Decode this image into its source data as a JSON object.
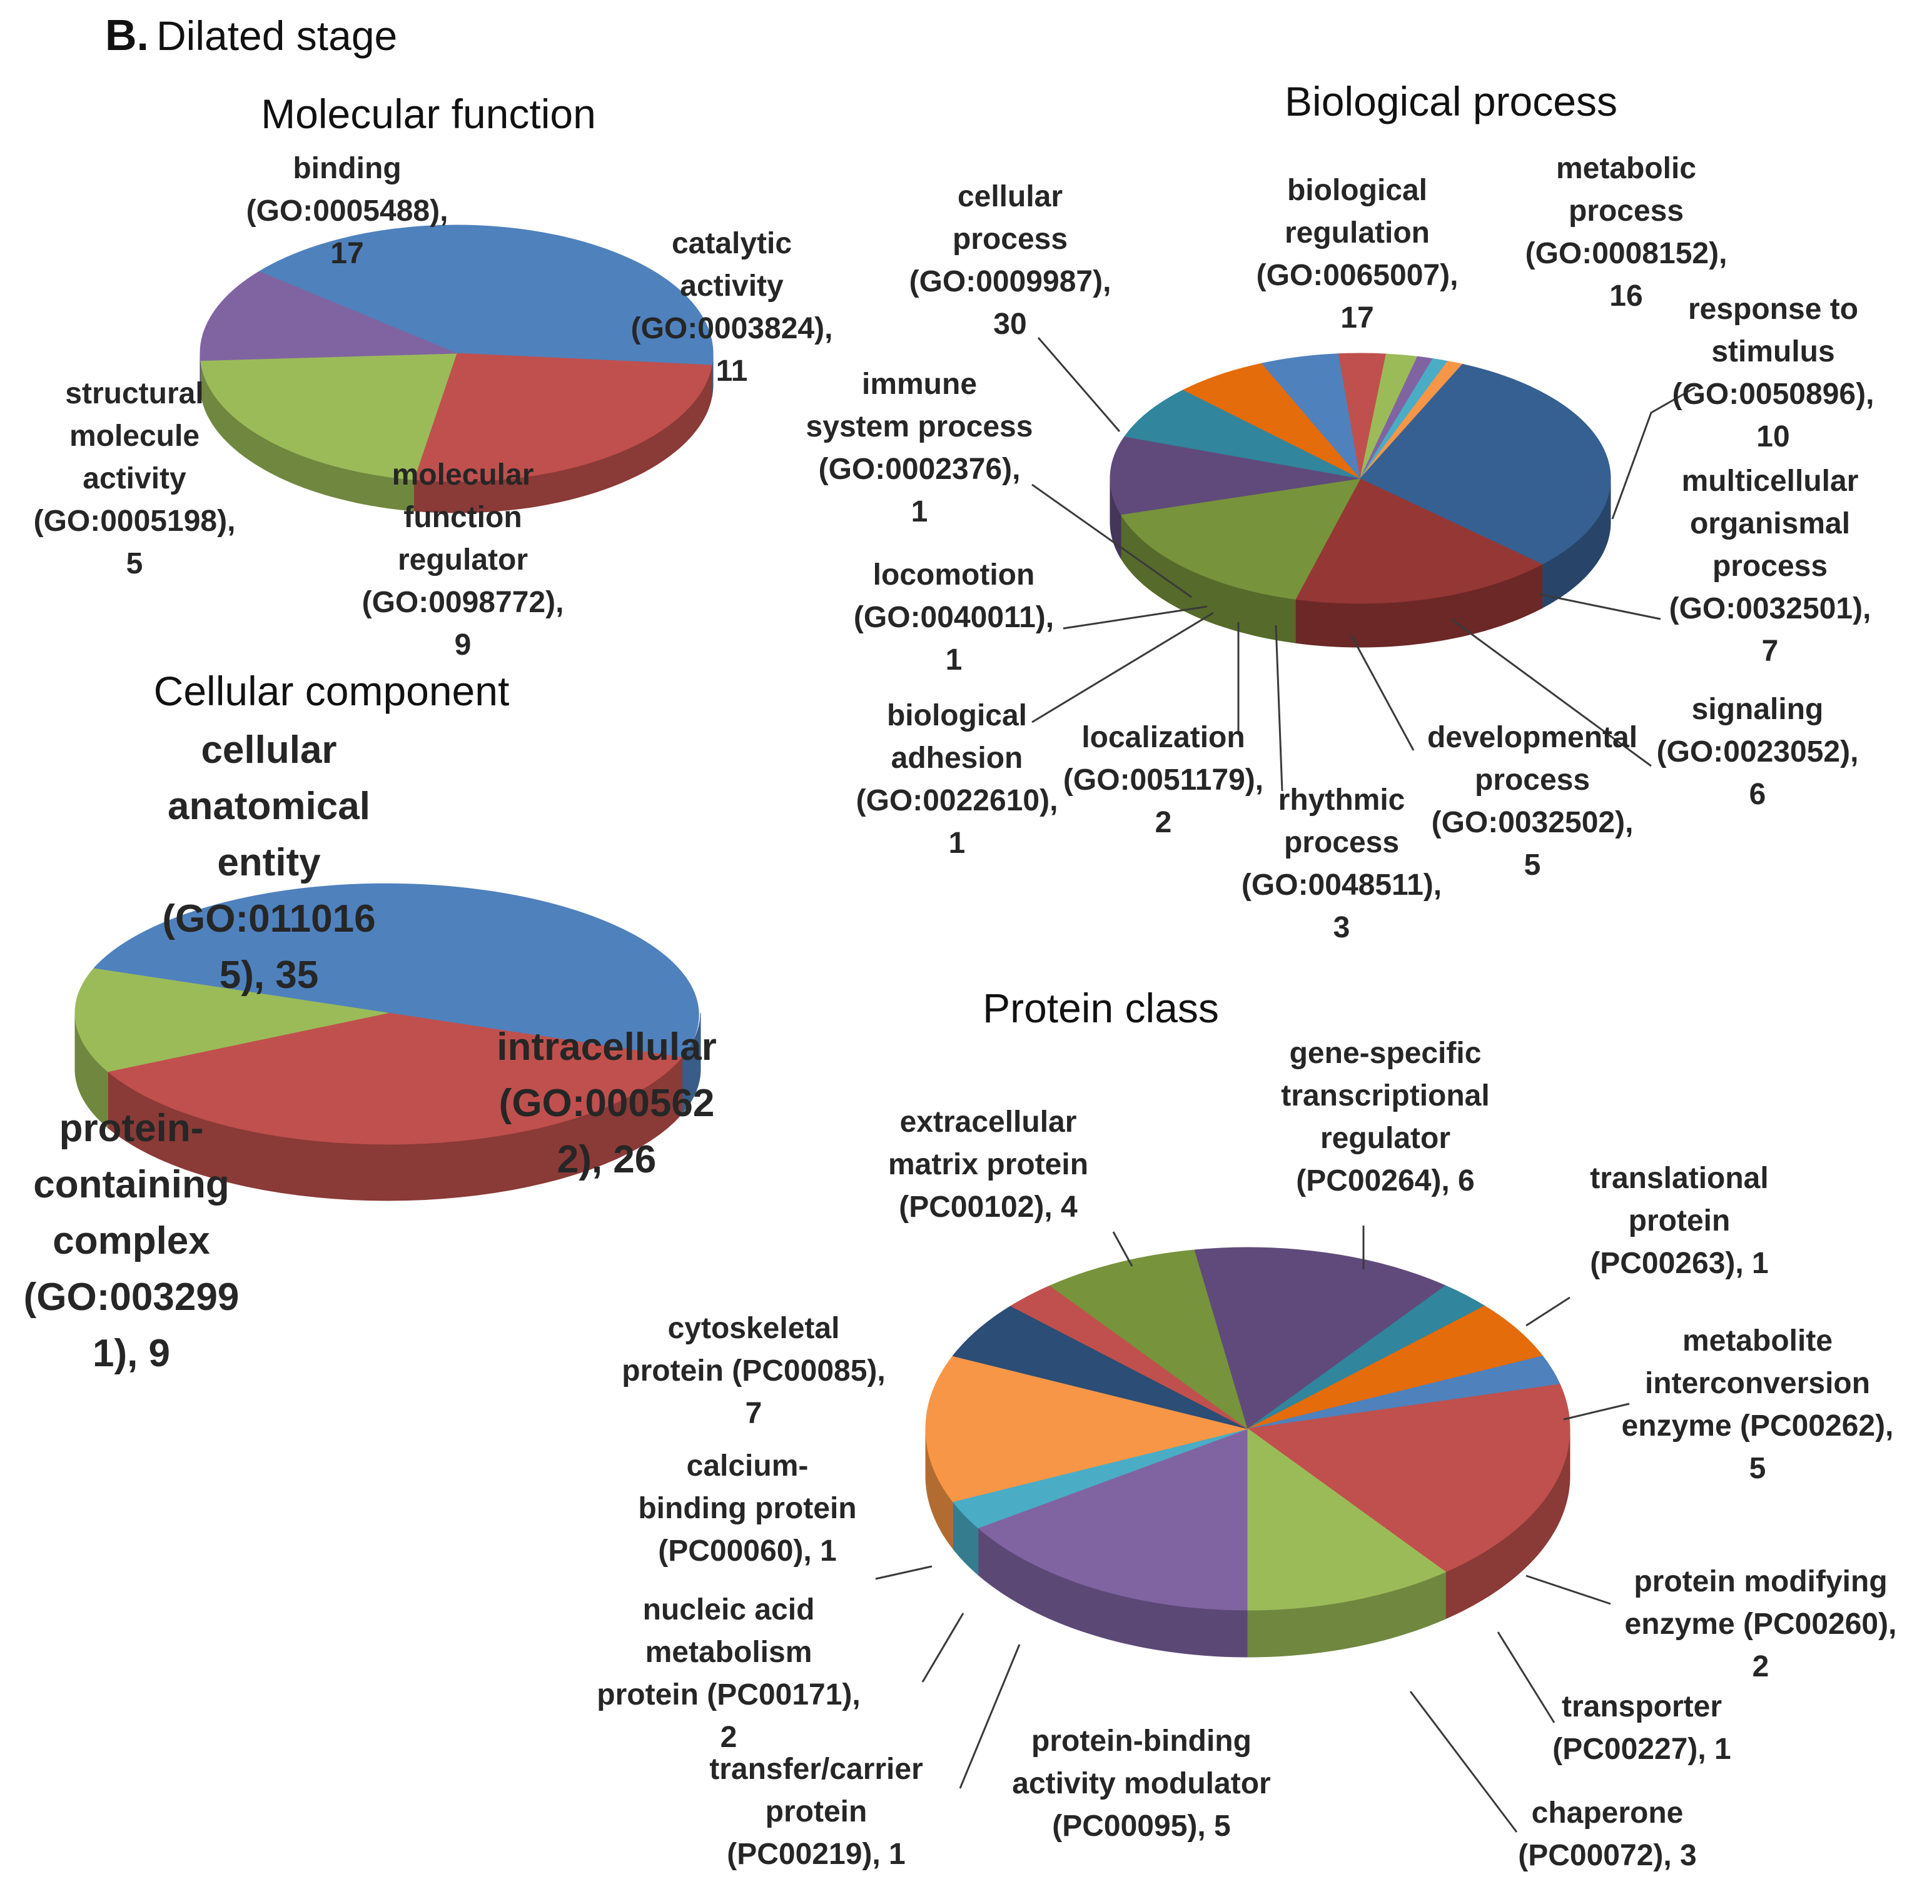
{
  "figure": {
    "panel_letter": "B.",
    "panel_name": "Dilated stage"
  },
  "chart_data": [
    {
      "id": "mf",
      "type": "pie",
      "title": "Molecular function",
      "slices": [
        {
          "label": "binding (GO:0005488), 17",
          "lines": [
            "binding",
            "(GO:0005488),",
            "17"
          ],
          "value": 17,
          "color": "#4F81BD"
        },
        {
          "label": "catalytic activity (GO:0003824), 11",
          "lines": [
            "catalytic",
            "activity",
            "(GO:0003824),",
            "11"
          ],
          "value": 11,
          "color": "#C0504D"
        },
        {
          "label": "molecular function regulator (GO:0098772), 9",
          "lines": [
            "molecular",
            "function",
            "regulator",
            "(GO:0098772),",
            "9"
          ],
          "value": 9,
          "color": "#9BBB59"
        },
        {
          "label": "structural molecule activity (GO:0005198), 5",
          "lines": [
            "structural",
            "molecule",
            "activity",
            "(GO:0005198),",
            "5"
          ],
          "value": 5,
          "color": "#8064A2"
        }
      ]
    },
    {
      "id": "bp",
      "type": "pie",
      "title": "Biological process",
      "slices": [
        {
          "label": "biological regulation (GO:0065007), 17",
          "lines": [
            "biological",
            "regulation",
            "(GO:0065007),",
            "17"
          ],
          "value": 17,
          "color": "#953735"
        },
        {
          "label": "metabolic process (GO:0008152), 16",
          "lines": [
            "metabolic",
            "process",
            "(GO:0008152),",
            "16"
          ],
          "value": 16,
          "color": "#77933C"
        },
        {
          "label": "response to stimulus (GO:0050896), 10",
          "lines": [
            "response to",
            "stimulus",
            "(GO:0050896),",
            "10"
          ],
          "value": 10,
          "color": "#604A7B"
        },
        {
          "label": "multicellular organismal process (GO:0032501), 7",
          "lines": [
            "multicellular",
            "organismal",
            "process",
            "(GO:0032501),",
            "7"
          ],
          "value": 7,
          "color": "#31859C"
        },
        {
          "label": "signaling (GO:0023052), 6",
          "lines": [
            "signaling",
            "(GO:0023052),",
            "6"
          ],
          "value": 6,
          "color": "#E46C0A"
        },
        {
          "label": "developmental process (GO:0032502), 5",
          "lines": [
            "developmental",
            "process",
            "(GO:0032502),",
            "5"
          ],
          "value": 5,
          "color": "#4F81BD"
        },
        {
          "label": "rhythmic process (GO:0048511), 3",
          "lines": [
            "rhythmic",
            "process",
            "(GO:0048511),",
            "3"
          ],
          "value": 3,
          "color": "#C0504D"
        },
        {
          "label": "localization (GO:0051179), 2",
          "lines": [
            "localization",
            "(GO:0051179),",
            "2"
          ],
          "value": 2,
          "color": "#9BBB59"
        },
        {
          "label": "biological adhesion (GO:0022610), 1",
          "lines": [
            "biological",
            "adhesion",
            "(GO:0022610),",
            "1"
          ],
          "value": 1,
          "color": "#8064A2"
        },
        {
          "label": "locomotion (GO:0040011), 1",
          "lines": [
            "locomotion",
            "(GO:0040011),",
            "1"
          ],
          "value": 1,
          "color": "#4BACC6"
        },
        {
          "label": "immune system process (GO:0002376), 1",
          "lines": [
            "immune",
            "system process",
            "(GO:0002376),",
            "1"
          ],
          "value": 1,
          "color": "#F79646"
        },
        {
          "label": "cellular process (GO:0009987), 30",
          "lines": [
            "cellular",
            "process",
            "(GO:0009987),",
            "30"
          ],
          "value": 30,
          "color": "#376092"
        }
      ]
    },
    {
      "id": "cc",
      "type": "pie",
      "title": "Cellular component",
      "slices": [
        {
          "label": "cellular anatomical entity (GO:0110165), 35",
          "lines": [
            "cellular",
            "anatomical",
            "entity",
            "(GO:011016",
            "5), 35"
          ],
          "value": 35,
          "color": "#4F81BD"
        },
        {
          "label": "intracellular (GO:0005622), 26",
          "lines": [
            "intracellular",
            "(GO:000562",
            "2), 26"
          ],
          "value": 26,
          "color": "#C0504D"
        },
        {
          "label": "protein-containing complex (GO:0032991), 9",
          "lines": [
            "protein-",
            "containing",
            "complex",
            "(GO:003299",
            "1), 9"
          ],
          "value": 9,
          "color": "#9BBB59"
        }
      ]
    },
    {
      "id": "pc",
      "type": "pie",
      "title": "Protein class",
      "slices": [
        {
          "label": "gene-specific transcriptional regulator (PC00264), 6",
          "lines": [
            "gene-specific",
            "transcriptional",
            "regulator",
            "(PC00264), 6"
          ],
          "value": 6,
          "color": "#8064A2"
        },
        {
          "label": "translational protein (PC00263), 1",
          "lines": [
            "translational",
            "protein",
            "(PC00263), 1"
          ],
          "value": 1,
          "color": "#4BACC6"
        },
        {
          "label": "metabolite interconversion enzyme (PC00262), 5",
          "lines": [
            "metabolite",
            "interconversion",
            "enzyme (PC00262),",
            "5"
          ],
          "value": 5,
          "color": "#F79646"
        },
        {
          "label": "protein modifying enzyme (PC00260), 2",
          "lines": [
            "protein modifying",
            "enzyme (PC00260),",
            "2"
          ],
          "value": 2,
          "color": "#2C4D75"
        },
        {
          "label": "transporter (PC00227), 1",
          "lines": [
            "transporter",
            "(PC00227), 1"
          ],
          "value": 1,
          "color": "#C0504D"
        },
        {
          "label": "chaperone (PC00072), 3",
          "lines": [
            "chaperone",
            "(PC00072), 3"
          ],
          "value": 3,
          "color": "#77933C"
        },
        {
          "label": "protein-binding activity modulator (PC00095), 5",
          "lines": [
            "protein-binding",
            "activity modulator",
            "(PC00095), 5"
          ],
          "value": 5,
          "color": "#604A7B"
        },
        {
          "label": "transfer/carrier protein (PC00219), 1",
          "lines": [
            "transfer/carrier",
            "protein",
            "(PC00219), 1"
          ],
          "value": 1,
          "color": "#31859C"
        },
        {
          "label": "nucleic acid metabolism protein (PC00171), 2",
          "lines": [
            "nucleic acid",
            "metabolism",
            "protein (PC00171),",
            "2"
          ],
          "value": 2,
          "color": "#E46C0A"
        },
        {
          "label": "calcium-binding protein (PC00060), 1",
          "lines": [
            "calcium-",
            "binding protein",
            "(PC00060), 1"
          ],
          "value": 1,
          "color": "#4F81BD"
        },
        {
          "label": "cytoskeletal protein (PC00085), 7",
          "lines": [
            "cytoskeletal",
            "protein (PC00085),",
            "7"
          ],
          "value": 7,
          "color": "#C0504D"
        },
        {
          "label": "extracellular matrix protein (PC00102), 4",
          "lines": [
            "extracellular",
            "matrix protein",
            "(PC00102), 4"
          ],
          "value": 4,
          "color": "#9BBB59"
        }
      ]
    }
  ]
}
